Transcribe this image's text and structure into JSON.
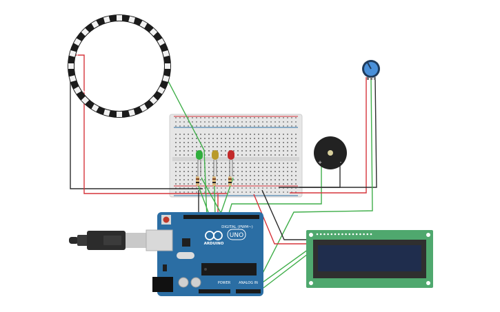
{
  "colors": {
    "background": "#ffffff",
    "wire_black": "#2b2b2b",
    "wire_red": "#d6333a",
    "wire_green": "#3fae49",
    "arduino_board": "#2b6ea4",
    "lcd_board": "#4fa86e",
    "lcd_screen": "#1f2d4d",
    "breadboard": "#e8e8e8",
    "led_green": "#2fae3c",
    "led_yellow": "#b99a2a",
    "led_red": "#c22a2a",
    "buzzer": "#222222",
    "pot_knob": "#4a90d9",
    "neopixel_ring": "#1b1b1b"
  },
  "arduino": {
    "brand": "ARDUINO",
    "model": "UNO",
    "digital_label": "DIGITAL (PWM~)",
    "power_label": "POWER",
    "analog_label": "ANALOG IN"
  },
  "buzzer": {
    "plus": "+",
    "minus": "-"
  },
  "icons": {
    "usb": "usb-cable-icon",
    "reset": "reset-button-icon"
  }
}
